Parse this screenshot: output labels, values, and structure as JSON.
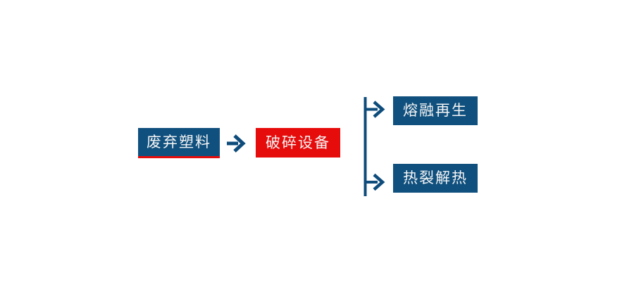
{
  "diagram": {
    "type": "flowchart",
    "colors": {
      "background": "#ffffff",
      "box_blue": "#10507e",
      "box_red": "#e70c0c",
      "connector_blue": "#0e4c7c",
      "underline_red": "#e70c0c",
      "text": "#f5f5f5"
    },
    "nodes": {
      "source": {
        "label": "废弃塑料"
      },
      "process": {
        "label": "破碎设备"
      },
      "branch_top": {
        "label": "熔融再生"
      },
      "branch_bottom": {
        "label": "热裂解热"
      }
    },
    "connectors": {
      "main_arrow": "right-arrow",
      "branch_top_arrow": "right-arrow",
      "branch_bottom_arrow": "right-arrow",
      "branch_line": "vertical-line"
    }
  }
}
